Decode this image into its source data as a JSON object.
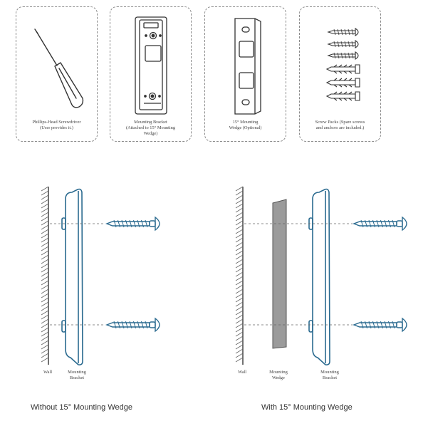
{
  "tools": {
    "screwdriver_caption": "Phillips-Head Screwdriver\n(User provides it.)",
    "bracket_caption": "Mounting Bracket\n(Attached to 15° Mounting\nWedge)",
    "wedge_caption": "15° Mounting\nWedge (Optional)",
    "screws_caption": "Screw Packs (Spare screws\nand anchors are included.)"
  },
  "left_diagram": {
    "wall_label": "Wall",
    "bracket_label": "Mounting\nBracket",
    "title": "Without 15° Mounting Wedge"
  },
  "right_diagram": {
    "wall_label": "Wall",
    "wedge_label": "Mounting\nWedge",
    "bracket_label": "Mounting\nBracket",
    "title": "With 15° Mounting Wedge"
  },
  "colors": {
    "bracket": "#2a6a8f",
    "wall_hatch": "#555555",
    "wedge_fill": "#9b9b9b",
    "card_border": "#8a8a8a"
  }
}
